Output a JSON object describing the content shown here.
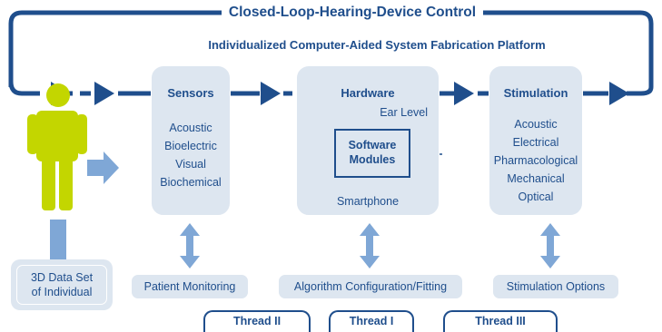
{
  "title": "Closed-Loop-Hearing-Device Control",
  "platform": {
    "title": "Individualized Computer-Aided System Fabrication Platform"
  },
  "sensors": {
    "title": "Sensors",
    "items": [
      "Acoustic",
      "Bioelectric",
      "Visual",
      "Biochemical"
    ]
  },
  "hardware": {
    "title": "Hardware",
    "ear_level": "Ear Level",
    "software_modules": [
      "Software",
      "Modules"
    ],
    "smartphone": "Smartphone"
  },
  "stimulation": {
    "title": "Stimulation",
    "items": [
      "Acoustic",
      "Electrical",
      "Pharmacological",
      "Mechanical",
      "Optical"
    ]
  },
  "data_set": [
    "3D Data Set",
    "of Individual"
  ],
  "bottom": {
    "patient_monitoring": "Patient Monitoring",
    "algorithm_config": "Algorithm Configuration/Fitting",
    "stimulation_options": "Stimulation Options"
  },
  "threads": {
    "thread_2": "Thread II",
    "thread_1": "Thread I",
    "thread_3": "Thread III"
  },
  "colors": {
    "navy": "#1f4e8c",
    "panel_fill": "#dde6f0",
    "person": "#c3d600",
    "connector": "#7fa7d6"
  },
  "icons": {
    "person": "person-figure-icon",
    "flow_arrow": "triangle-right-icon",
    "double_arrow": "double-headed-vertical-arrow-icon"
  }
}
